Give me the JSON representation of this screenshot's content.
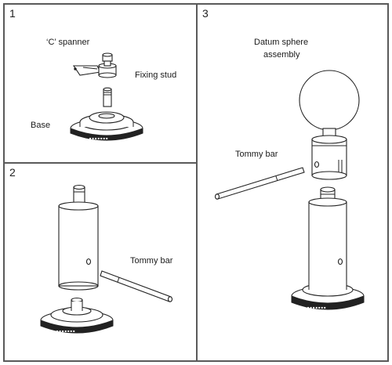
{
  "panels": [
    {
      "number": "1",
      "labels": {
        "c_spanner": "‘C’ spanner",
        "fixing_stud": "Fixing stud",
        "base": "Base"
      }
    },
    {
      "number": "2",
      "labels": {
        "tommy_bar": "Tommy bar"
      }
    },
    {
      "number": "3",
      "labels": {
        "datum_sphere": "Datum sphere",
        "assembly": "assembly",
        "tommy_bar": "Tommy bar"
      }
    }
  ],
  "colors": {
    "frame": "#5a5a5a",
    "line": "#222222",
    "base_band": "#1a1a1a"
  }
}
